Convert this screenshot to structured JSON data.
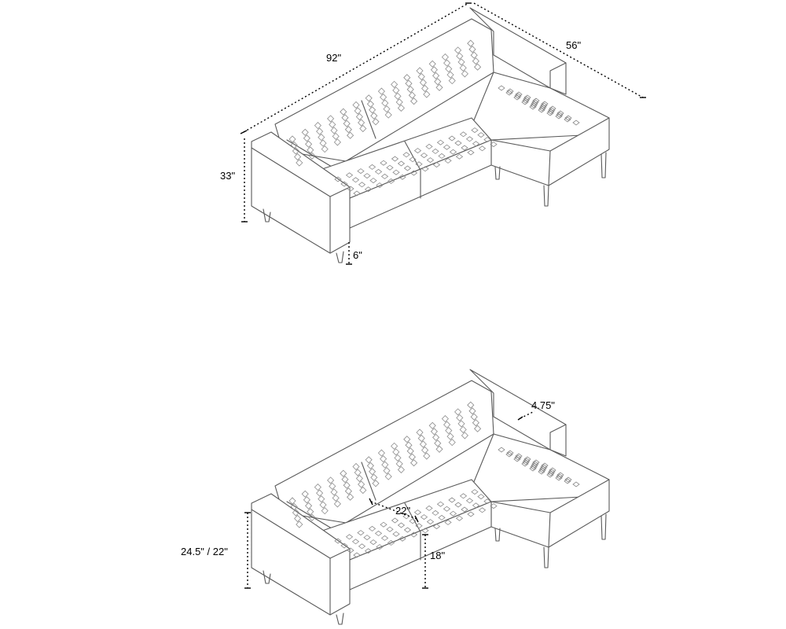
{
  "dimensions": {
    "overall_width": "92\"",
    "overall_depth": "56\"",
    "overall_height": "33\"",
    "leg_height": "6\"",
    "arm_width": "4.75\"",
    "seat_depth": "22\"",
    "seat_height": "18\"",
    "arm_height": "24.5\" / 22\""
  }
}
